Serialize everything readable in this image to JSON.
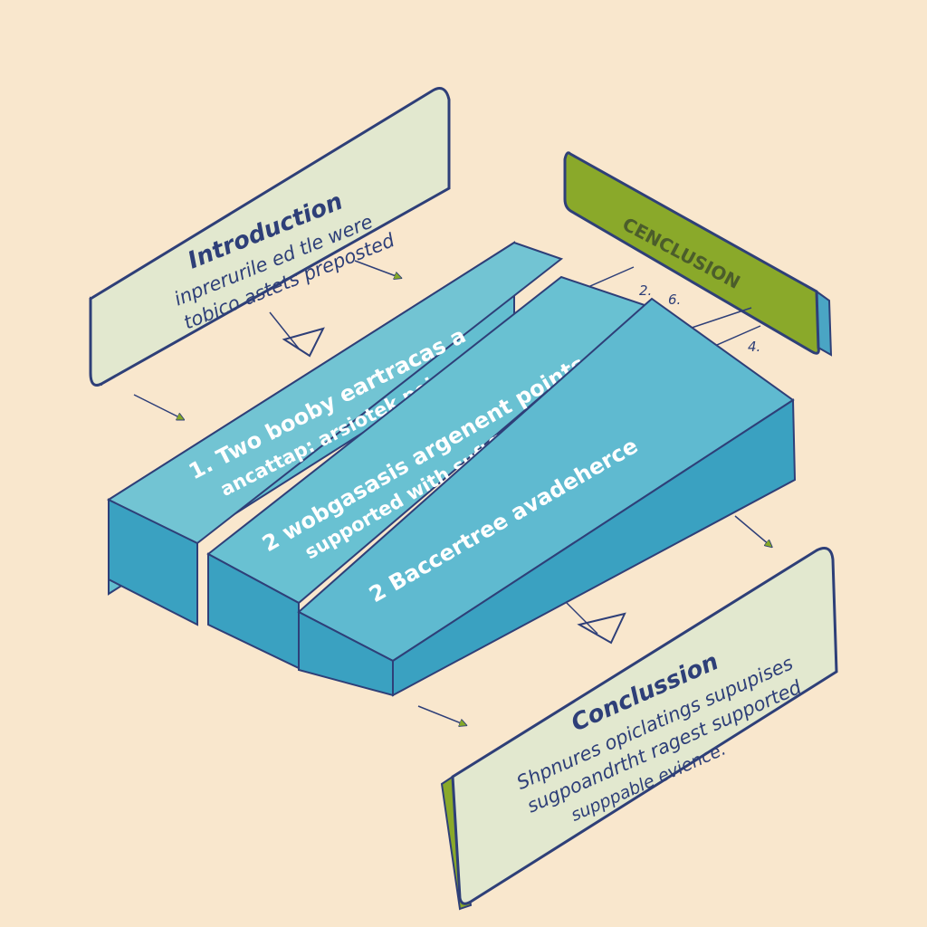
{
  "intro": {
    "title": "Introduction",
    "line1": "inprerurile ed tle were",
    "line2": "tobico astets preposted"
  },
  "slabs": [
    {
      "line1": "1. Two booby eartracas a",
      "line2": "ancattap: arsiotek points"
    },
    {
      "line1": "2  wobgasasis argenent points",
      "line2": "supported with suftfile ponce"
    },
    {
      "line1": "2  Baccertree avadeherce",
      "line2": ""
    }
  ],
  "conclusion_top": {
    "title": "CENCLUSION"
  },
  "markers": {
    "a": "2.",
    "b": "6.",
    "c": "4."
  },
  "conclusion_bottom": {
    "title": "Conclussion",
    "line1": "Shpnures  opiclatings supupises",
    "line2": "sugpoandrtht ragest supported",
    "line3": "supppable evience."
  },
  "colors": {
    "background": "#f9e7cd",
    "card_face": "#e2e8cf",
    "card_green": "#8aa92a",
    "slab_top": "#63bed0",
    "slab_front": "#3aa1c1",
    "ink": "#2e3f78",
    "arrow": "#85a827"
  }
}
